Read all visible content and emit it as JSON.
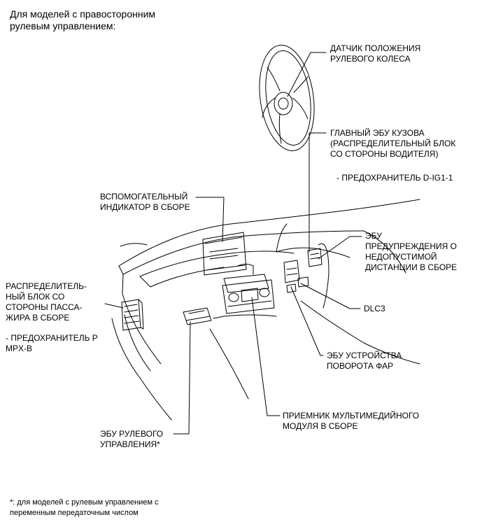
{
  "heading": {
    "line1": "Для моделей с правосторонним",
    "line2": "рулевым управлением:"
  },
  "labels": {
    "steering_sensor": [
      "ДАТЧИК ПОЛОЖЕНИЯ",
      "РУЛЕВОГО КОЛЕСА"
    ],
    "main_body_ecu": [
      "ГЛАВНЫЙ ЭБУ КУЗОВА",
      "(РАСПРЕДЕЛИТЕЛЬНЫЙ БЛОК",
      "СО СТОРОНЫ ВОДИТЕЛЯ)"
    ],
    "fuse_dig1": "- ПРЕДОХРАНИТЕЛЬ D-IG1-1",
    "aux_indicator": [
      "ВСПОМОГАТЕЛЬНЫЙ",
      "ИНДИКАТОР В СБОРЕ"
    ],
    "distance_warning_ecu": [
      "ЭБУ",
      "ПРЕДУПРЕЖДЕНИЯ О",
      "НЕДОПУСТИМОЙ",
      "ДИСТАНЦИИ В СБОРЕ"
    ],
    "passenger_junction": [
      "РАСПРЕДЕЛИТЕЛЬ-",
      "НЫЙ БЛОК СО",
      "СТОРОНЫ ПАССА-",
      "ЖИРА В СБОРЕ"
    ],
    "fuse_mpxb": [
      "- ПРЕДОХРАНИТЕЛЬ P",
      "MPX-B"
    ],
    "dlc3": "DLC3",
    "headlamp_swivel_ecu": [
      "ЭБУ УСТРОЙСТВА",
      "ПОВОРОТА ФАР"
    ],
    "multimedia_receiver": [
      "ПРИЕМНИК МУЛЬТИМЕДИЙНОГО",
      "МОДУЛЯ В СБОРЕ"
    ],
    "steering_ecu": [
      "ЭБУ РУЛЕВОГО",
      "УПРАВЛЕНИЯ*"
    ]
  },
  "footnote": {
    "line1": "*: для моделей с рулевым управлением с",
    "line2": "переменным передаточным числом"
  }
}
